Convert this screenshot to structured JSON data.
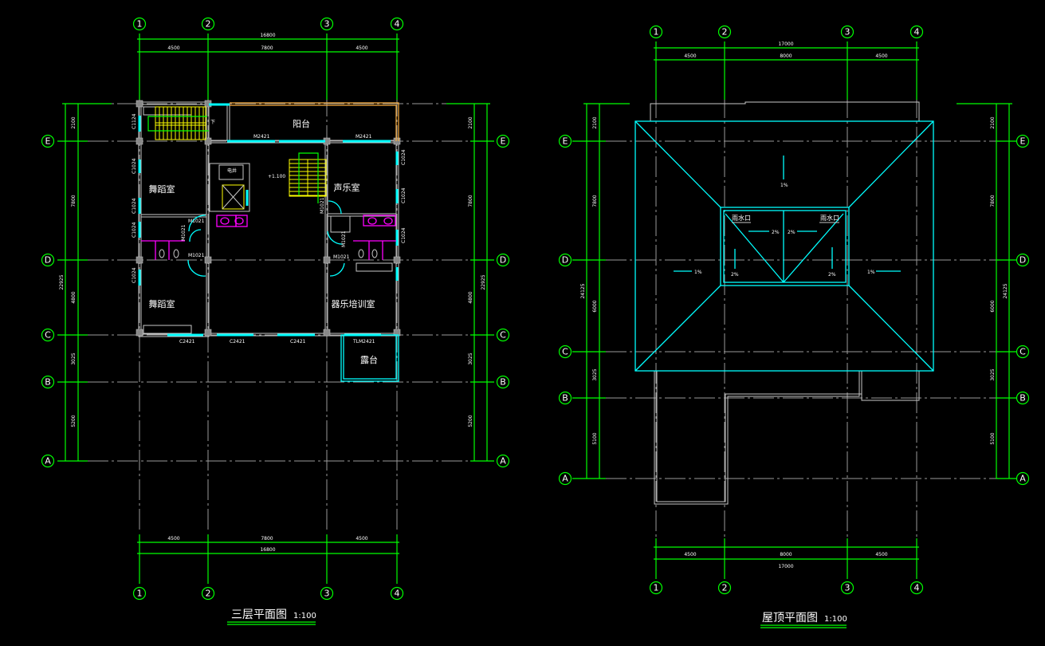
{
  "colors": {
    "background": "#000000",
    "dimension": "#00ff00",
    "axis": "#9a9a9a",
    "wall": "#c8c8c8",
    "window": "#00ffff",
    "stair": "#ffff00",
    "balcony": "#ffb040",
    "fixture": "#ff00ff"
  },
  "axes": {
    "columns": [
      "1",
      "2",
      "3",
      "4"
    ],
    "rows": [
      "E",
      "D",
      "C",
      "B",
      "A"
    ]
  },
  "third_floor": {
    "title": "三层平面图",
    "scale": "1:100",
    "dims_top_total": "16800",
    "dims_top": [
      "4500",
      "7800",
      "4500"
    ],
    "dims_bottom": [
      "4500",
      "7800",
      "4500"
    ],
    "dims_bottom_total": "16800",
    "dims_side": [
      "2100",
      "7800",
      "4800",
      "3025",
      "5200"
    ],
    "dims_side_total": "22925",
    "rooms": {
      "balcony": "阳台",
      "dance_room_1": "舞蹈室",
      "music_room": "声乐室",
      "dance_room_2": "舞蹈室",
      "instrument_room": "器乐培训室",
      "terrace": "露台",
      "power": "电井",
      "level": "+1.100",
      "down": "下"
    },
    "windows": {
      "c1": "C1124",
      "c2": "C1024",
      "c3": "C1024",
      "c4": "C1024",
      "c5": "C1024",
      "c6": "C1024",
      "c7": "C1024",
      "c8": "C1024",
      "m1": "M2421",
      "m2": "M2421",
      "c9": "C2421",
      "c10": "C2421",
      "c11": "C2421",
      "tlm": "TLM2421",
      "m3": "M1021",
      "m4": "M1021",
      "m5": "M1021",
      "m6": "M1021",
      "m7": "M1021",
      "m8": "M1021"
    }
  },
  "roof": {
    "title": "屋顶平面图",
    "scale": "1:100",
    "dims_top_total": "17000",
    "dims_top": [
      "4500",
      "8000",
      "4500"
    ],
    "dims_bottom": [
      "4500",
      "8000",
      "4500"
    ],
    "dims_bottom_total": "17000",
    "dims_side": [
      "2100",
      "7800",
      "6000",
      "3025",
      "5100"
    ],
    "dims_side_total": "24125",
    "drain_1": "雨水口",
    "drain_2": "雨水口",
    "slopes": {
      "s1": "1%",
      "s2": "2%",
      "s3": "2%",
      "s4": "2%",
      "s5": "2%",
      "s6": "1%",
      "s7": "1%"
    }
  }
}
